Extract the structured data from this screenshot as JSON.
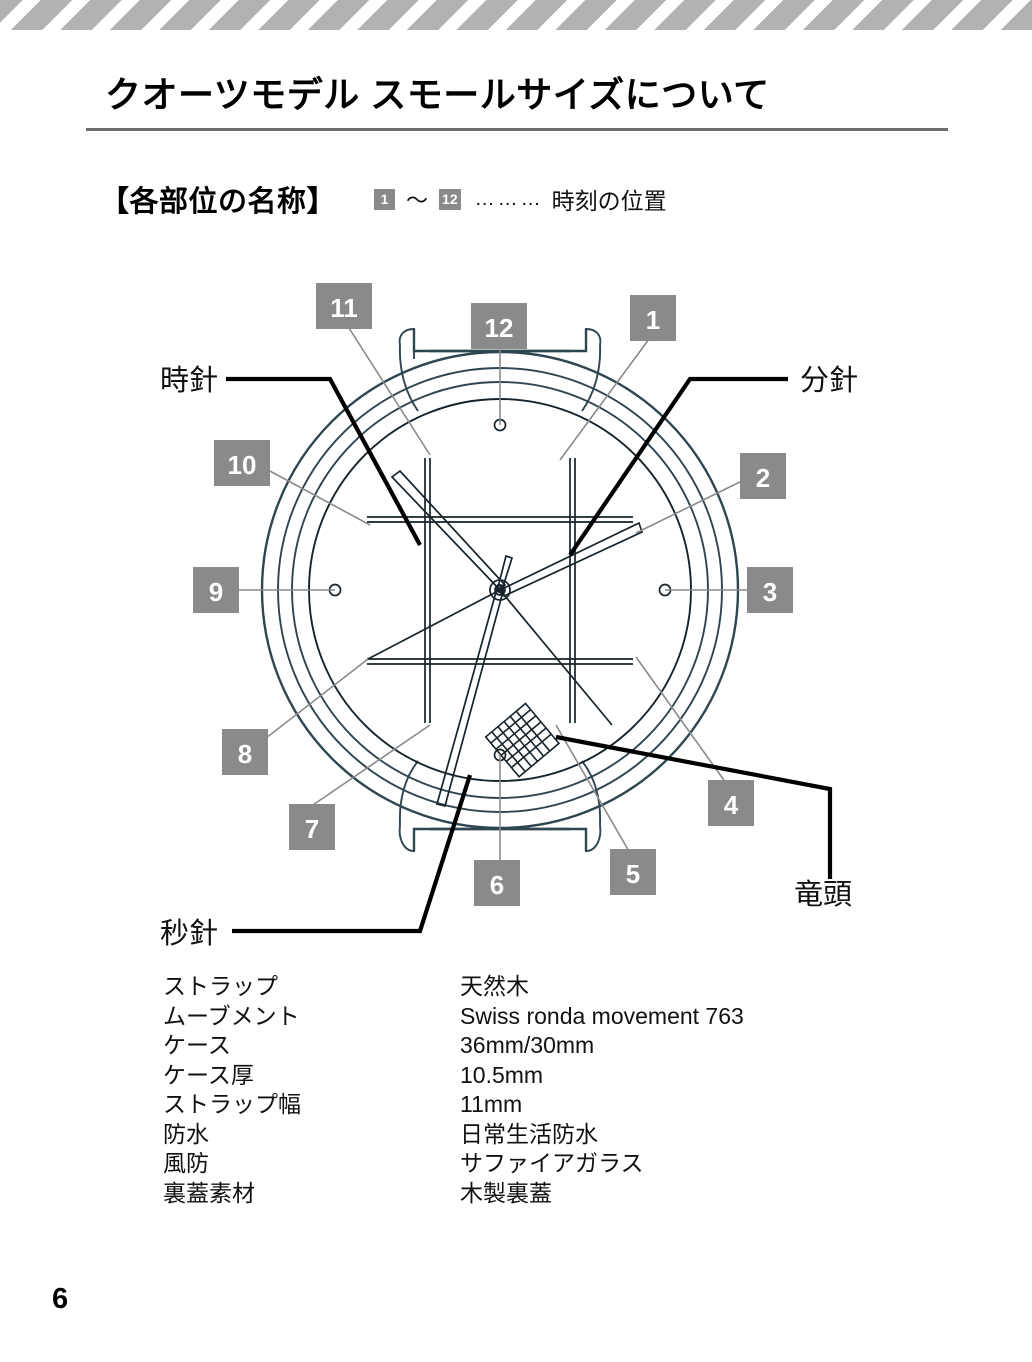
{
  "header": {
    "stripe_color": "#b2b2b2",
    "title": "クオーツモデル スモールサイズについて"
  },
  "section": {
    "heading": "【各部位の名称】",
    "range_from": "1",
    "tilde": "～",
    "range_to": "12",
    "dotted_leader": "………",
    "legend": "時刻の位置"
  },
  "diagram": {
    "badge_color": "#8a8a8a",
    "badge_text_color": "#ffffff",
    "line_color": "#2f4550",
    "leader_color": "#8a8a8a",
    "callout_color": "#000000",
    "hour_markers": [
      {
        "id": "1",
        "label": "1"
      },
      {
        "id": "2",
        "label": "2"
      },
      {
        "id": "3",
        "label": "3"
      },
      {
        "id": "4",
        "label": "4"
      },
      {
        "id": "5",
        "label": "5"
      },
      {
        "id": "6",
        "label": "6"
      },
      {
        "id": "7",
        "label": "7"
      },
      {
        "id": "8",
        "label": "8"
      },
      {
        "id": "9",
        "label": "9"
      },
      {
        "id": "10",
        "label": "10"
      },
      {
        "id": "11",
        "label": "11"
      },
      {
        "id": "12",
        "label": "12"
      }
    ],
    "callouts": {
      "hour_hand": "時針",
      "minute_hand": "分針",
      "second_hand": "秒針",
      "crown": "竜頭"
    }
  },
  "specs": {
    "rows": [
      {
        "label": "ストラップ",
        "value": "天然木"
      },
      {
        "label": "ムーブメント",
        "value": "Swiss ronda movement 763"
      },
      {
        "label": "ケース",
        "value": "36mm/30mm"
      },
      {
        "label": "ケース厚",
        "value": "10.5mm"
      },
      {
        "label": "ストラップ幅",
        "value": "11mm"
      },
      {
        "label": "防水",
        "value": "日常生活防水"
      },
      {
        "label": "風防",
        "value": "サファイアガラス"
      },
      {
        "label": "裏蓋素材",
        "value": "木製裏蓋"
      }
    ]
  },
  "footer": {
    "page_number": "6"
  }
}
